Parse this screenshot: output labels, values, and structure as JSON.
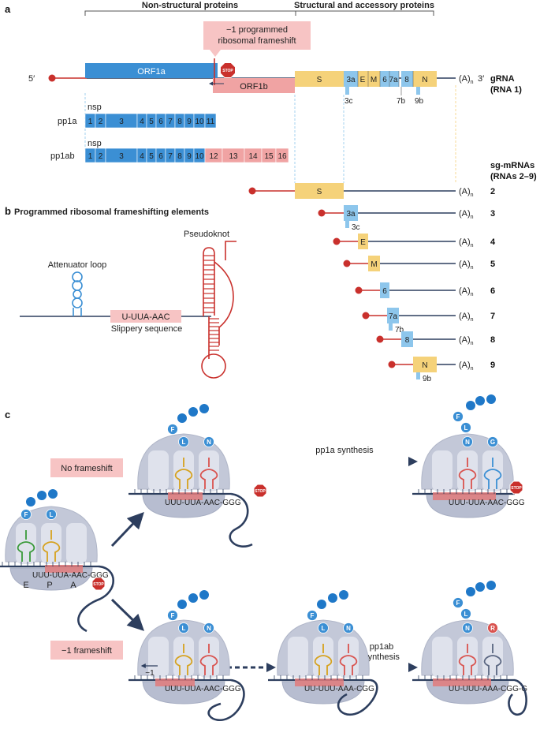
{
  "panel_a": {
    "label": "a",
    "header_nonstructural": "Non-structural proteins",
    "header_structural": "Structural and accessory proteins",
    "frameshift_callout_line1": "−1 programmed",
    "frameshift_callout_line2": "ribosomal frameshift",
    "five_prime": "5′",
    "three_prime": "3′",
    "orf1a": "ORF1a",
    "orf1b": "ORF1b",
    "stop": "STOP",
    "polyA": "(A)",
    "polyA_sub": "n",
    "grna_line1": "gRNA",
    "grna_line2": "(RNA 1)",
    "structural_genes": [
      "S",
      "3a",
      "E",
      "M",
      "6",
      "7a",
      "8",
      "N"
    ],
    "accessory_labels": [
      "3c",
      "7b",
      "9b"
    ],
    "nsp": "nsp",
    "pp1a": "pp1a",
    "pp1ab": "pp1ab",
    "pp1a_segments": [
      "1",
      "2",
      "3",
      "4",
      "5",
      "6",
      "7",
      "8",
      "9",
      "10",
      "11"
    ],
    "pp1ab_segments_a": [
      "1",
      "2",
      "3",
      "4",
      "5",
      "6",
      "7",
      "8",
      "9",
      "10"
    ],
    "pp1ab_segments_b": [
      "12",
      "13",
      "14",
      "15",
      "16"
    ],
    "sgmrna_line1": "sg-mRNAs",
    "sgmrna_line2": "(RNAs 2–9)",
    "sgmrnas": [
      {
        "gene": "S",
        "number": "2",
        "sub": ""
      },
      {
        "gene": "3a",
        "number": "3",
        "sub": "3c"
      },
      {
        "gene": "E",
        "number": "4",
        "sub": ""
      },
      {
        "gene": "M",
        "number": "5",
        "sub": ""
      },
      {
        "gene": "6",
        "number": "6",
        "sub": ""
      },
      {
        "gene": "7a",
        "number": "7",
        "sub": "7b"
      },
      {
        "gene": "8",
        "number": "8",
        "sub": ""
      },
      {
        "gene": "N",
        "number": "9",
        "sub": "9b"
      }
    ]
  },
  "panel_b": {
    "label": "b",
    "title": "Programmed ribosomal frameshifting elements",
    "attenuator": "Attenuator loop",
    "slippery": "U-UUA-AAC",
    "slippery_label": "Slippery sequence",
    "pseudoknot": "Pseudoknot"
  },
  "panel_c": {
    "label": "c",
    "no_frameshift": "No frameshift",
    "minus1_frameshift": "−1 frameshift",
    "pp1a_synthesis": "pp1a synthesis",
    "pp1ab_synthesis_line1": "pp1ab",
    "pp1ab_synthesis_line2": "synthesis",
    "minus1": "−1",
    "sites": [
      "E",
      "P",
      "A"
    ],
    "seq_initial": "UUU-UUA-AAC-GGG",
    "seq_noshift": "UUU-UUA-AAC-GGG",
    "seq_noshift_final": "UUU-UUA-AAC-GGG",
    "seq_shift1": "UUU-UUA-AAC-GGG",
    "seq_shift2": "UU-UUU-AAA-CGG",
    "seq_shift3": "UU-UUU-AAA-CGG-G",
    "aa_initial": [
      "F",
      "L"
    ],
    "aa_noshift": [
      "F",
      "L",
      "N"
    ],
    "aa_noshift_final": [
      "F",
      "L",
      "N",
      "G"
    ],
    "aa_shift1": [
      "F",
      "L",
      "N"
    ],
    "aa_shift2": [
      "F",
      "L",
      "N"
    ],
    "aa_shift3": [
      "F",
      "L",
      "N",
      "R"
    ]
  },
  "colors": {
    "blue": "#3b8fd4",
    "pink": "#f0a3a3",
    "pink_dark": "#d9534f",
    "yellow": "#f5d27a",
    "light_blue": "#8dc6ec",
    "red": "#c9302c",
    "navy": "#2d3e5e",
    "ribosome": "#c3c8d8"
  }
}
